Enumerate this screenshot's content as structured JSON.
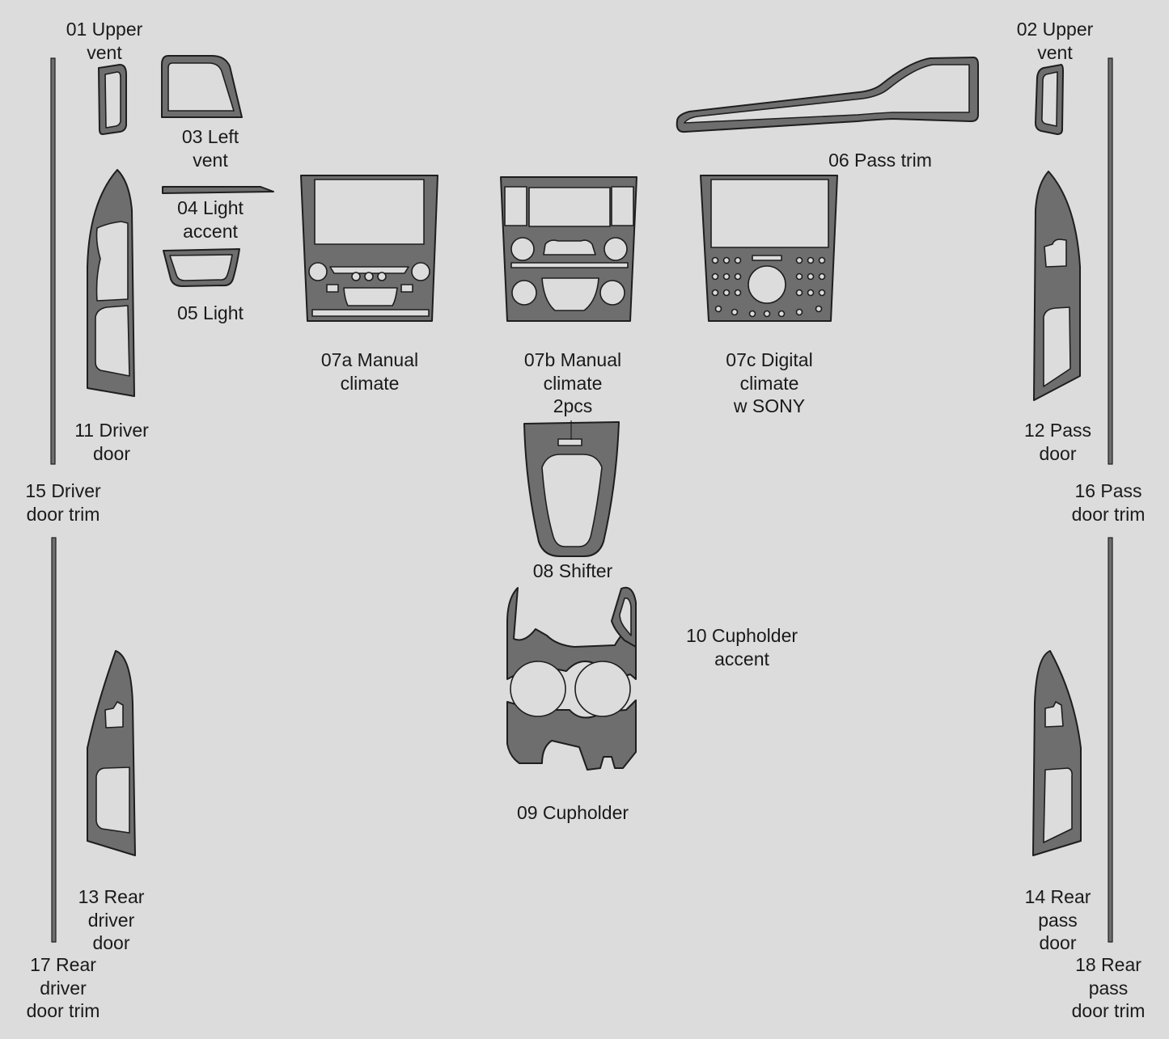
{
  "labels": {
    "p01": [
      "01 Upper",
      "vent"
    ],
    "p02": [
      "02 Upper",
      "vent"
    ],
    "p03": [
      "03 Left",
      "vent"
    ],
    "p04": [
      "04 Light",
      "accent"
    ],
    "p05": [
      "05 Light"
    ],
    "p06": [
      "06 Pass trim"
    ],
    "p07a": [
      "07a Manual",
      "climate"
    ],
    "p07b": [
      "07b Manual",
      "climate",
      "2pcs"
    ],
    "p07c": [
      "07c Digital",
      "climate",
      "w SONY"
    ],
    "p08": [
      "08 Shifter"
    ],
    "p09": [
      "09 Cupholder"
    ],
    "p10": [
      "10 Cupholder",
      "accent"
    ],
    "p11": [
      "11 Driver",
      "door"
    ],
    "p12": [
      "12 Pass",
      "door"
    ],
    "p13": [
      "13 Rear",
      "driver",
      "door"
    ],
    "p14": [
      "14 Rear",
      "pass",
      "door"
    ],
    "p15": [
      "15 Driver",
      "door trim"
    ],
    "p16": [
      "16 Pass",
      "door trim"
    ],
    "p17": [
      "17 Rear",
      "driver",
      "door trim"
    ],
    "p18": [
      "18 Rear",
      "pass",
      "door trim"
    ]
  },
  "colors": {
    "background": "#dcdcdc",
    "part_fill": "#6e6e6e",
    "outline": "#1e1e1e",
    "text": "#1a1a1a"
  }
}
